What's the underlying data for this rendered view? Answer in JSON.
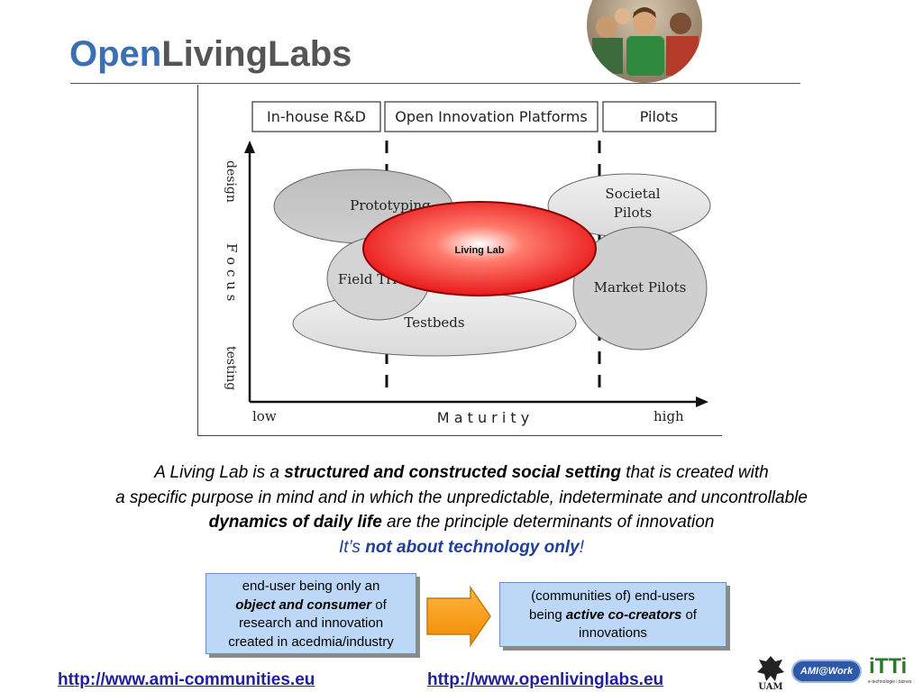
{
  "slide": {
    "title_part1": "Open",
    "title_part2": "LivingLabs"
  },
  "diagram": {
    "phases": [
      "In-house R&D",
      "Open Innovation Platforms",
      "Pilots"
    ],
    "y_axis": {
      "top": "design",
      "middle": "F o c u s",
      "bottom": "testing"
    },
    "x_axis": {
      "left": "low",
      "middle": "M a t u r i t y",
      "right": "high"
    },
    "ellipses": {
      "prototyping": "Prototyping",
      "societal_line1": "Societal",
      "societal_line2": "Pilots",
      "field_trials": "Field Tri",
      "market_pilots": "Market Pilots",
      "testbeds": "Testbeds",
      "living_lab": "Living Lab"
    }
  },
  "description": {
    "l1_a": "A Living Lab is a ",
    "l1_b": "structured and constructed social setting",
    "l1_c": " that is created with",
    "l2": "a specific purpose in mind and in which the unpredictable, indeterminate and uncontrollable",
    "l3_a": "dynamics of daily life",
    "l3_b": " are the principle determinants of innovation",
    "l4_a": "It’s ",
    "l4_b": "not about technology only",
    "l4_c": "!"
  },
  "box_left": {
    "a": "end-user being only an",
    "b": "object and consumer",
    "c": " of",
    "d": "research and innovation",
    "e": "created in acedmia/industry"
  },
  "box_right": {
    "a": "(communities of) end-users",
    "b": "being ",
    "c": "active co-creators",
    "d": " of",
    "e": "innovations"
  },
  "links": {
    "ami": "http://www.ami-communities.eu",
    "oll": "http://www.openlivinglabs.eu"
  },
  "logos": {
    "ami_work": "AMI@Work",
    "itti": "iTTi",
    "itti_sub": "e-technologie i biznes"
  },
  "colors": {
    "title_blue": "#3a6fb3",
    "title_grey": "#555555",
    "link_blue": "#1f1f9f",
    "box_fill": "#bdd7f7",
    "arrow_orange": "#f5a21b",
    "living_lab_red": "#e8191b"
  }
}
